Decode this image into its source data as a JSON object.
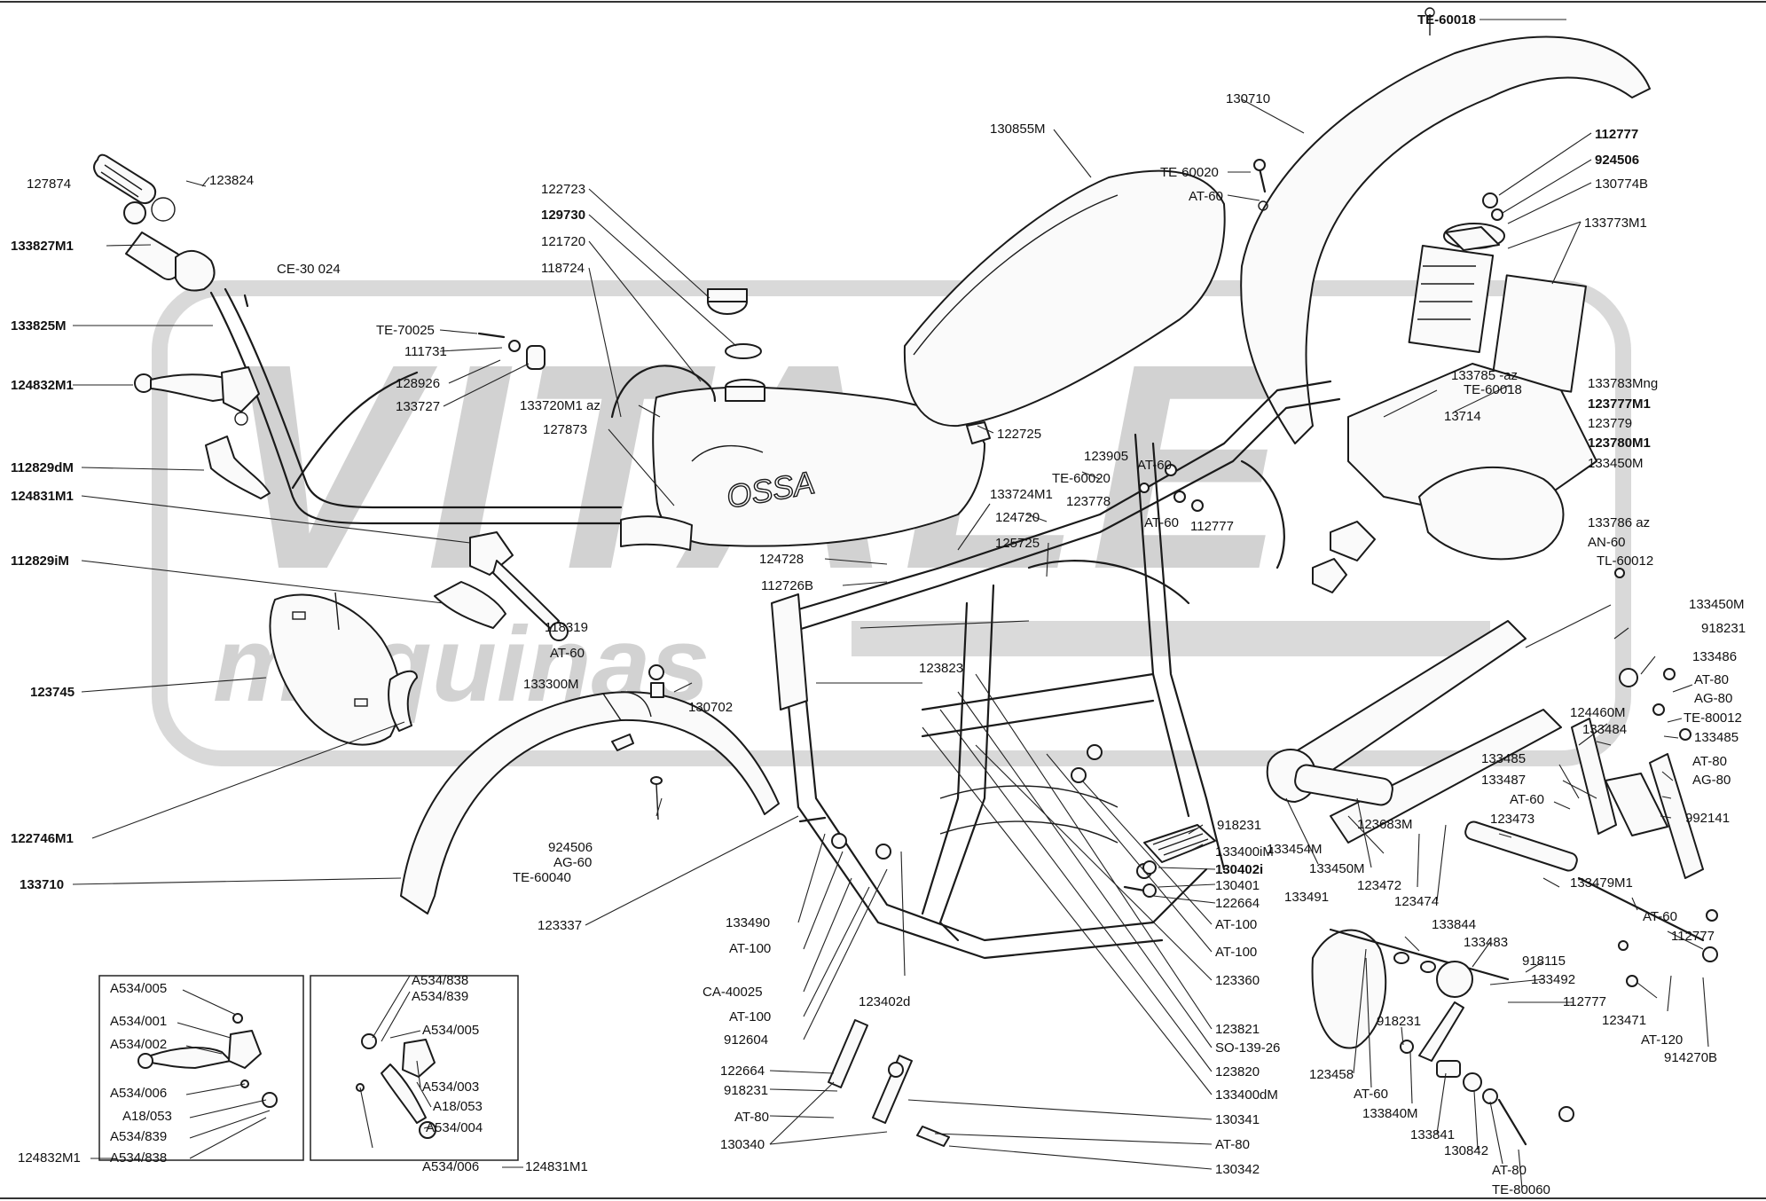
{
  "watermark": {
    "brand": "VITALE",
    "sub": "máquinas"
  },
  "header_code": "CE-30 024",
  "labels": {
    "te60018_top": "TE-60018",
    "p130710": "130710",
    "p130855m": "130855M",
    "te60020_a": "TE-60020",
    "at60_a": "AT-60",
    "p112777_a": "112777",
    "p924506_a": "924506",
    "p130774b": "130774B",
    "p133773m1": "133773M1",
    "p133785az": "133785 -az",
    "te60018_b": "TE-60018",
    "p13714": "13714",
    "p133783mng": "133783Mng",
    "p123777m1": "123777M1",
    "p123779": "123779",
    "p123780m1": "123780M1",
    "p133450m_a": "133450M",
    "p133786az": "133786 az",
    "an60": "AN-60",
    "tl60012": "TL-60012",
    "p127874": "127874",
    "p123824": "123824",
    "p133827m1": "133827M1",
    "p133825m": "133825M",
    "p124832m1_a": "124832M1",
    "p112829dm": "112829dM",
    "p124831m1_a": "124831M1",
    "p112829im": "112829iM",
    "p123745": "123745",
    "p122746m1": "122746M1",
    "p133710": "133710",
    "te70025": "TE-70025",
    "p111731": "111731",
    "p128926": "128926",
    "p133727": "133727",
    "p122723": "122723",
    "p129730": "129730",
    "p121720": "121720",
    "p118724": "118724",
    "p133720m1az": "133720M1 az",
    "p127873": "127873",
    "p122725": "122725",
    "p123905": "123905",
    "at60_b": "AT-60",
    "te60020_b": "TE-60020",
    "p133724m1": "133724M1",
    "p123778": "123778",
    "at60_c": "AT-60",
    "p112777_b": "112777",
    "p124720": "124720",
    "p125725": "125725",
    "p124728": "124728",
    "p112726b": "112726B",
    "p118319": "118319",
    "at60_d": "AT-60",
    "p133300m": "133300M",
    "p130702": "130702",
    "p123823": "123823",
    "p924506_b": "924506",
    "ag60_a": "AG-60",
    "te60040": "TE-60040",
    "p123337": "123337",
    "p133490": "133490",
    "at100_a": "AT-100",
    "ca40025": "CA-40025",
    "at100_b": "AT-100",
    "p912604": "912604",
    "p123402d": "123402d",
    "p122664_a": "122664",
    "p918231_a": "918231",
    "at80_a": "AT-80",
    "p130340": "130340",
    "p918231_b": "918231",
    "p133400im": "133400iM",
    "p130402i": "130402i",
    "p130401": "130401",
    "p122664_b": "122664",
    "at100_c": "AT-100",
    "at100_d": "AT-100",
    "p123360": "123360",
    "p123821": "123821",
    "so13926": "SO-139-26",
    "p123820": "123820",
    "p133400dm": "133400dM",
    "p130341": "130341",
    "at80_b": "AT-80",
    "p130342": "130342",
    "p133450m_b": "133450M",
    "p918231_c": "918231",
    "p133486": "133486",
    "at80_c": "AT-80",
    "ag80_a": "AG-80",
    "te80012": "TE-80012",
    "p124460m": "124460M",
    "p133484": "133484",
    "p133485_a": "133485",
    "at80_d": "AT-80",
    "ag80_b": "AG-80",
    "p992141": "992141",
    "p133485_b": "133485",
    "p133487": "133487",
    "at60_e": "AT-60",
    "p123473": "123473",
    "p133454m": "133454M",
    "p123683m": "123683M",
    "p133450m_c": "133450M",
    "p123472": "123472",
    "p123474": "123474",
    "p133479m1": "133479M1",
    "at60_f": "AT-60",
    "p112777_c": "112777",
    "p133491": "133491",
    "p133844": "133844",
    "p133483": "133483",
    "p918115": "918115",
    "p133492": "133492",
    "p112777_d": "112777",
    "p123471": "123471",
    "at120": "AT-120",
    "p914270b": "914270B",
    "p918231_d": "918231",
    "p123458": "123458",
    "at60_g": "AT-60",
    "p133840m": "133840M",
    "p133841": "133841",
    "p130842": "130842",
    "at80_e": "AT-80",
    "te80060": "TE-80060"
  },
  "inset_left": {
    "items": [
      "A534/005",
      "A534/001",
      "A534/002",
      "A534/006",
      "A18/053",
      "A534/839",
      "A534/838"
    ],
    "assembly": "124832M1"
  },
  "inset_right": {
    "items": [
      "A534/838",
      "A534/839",
      "A534/005",
      "A534/003",
      "A18/053",
      "A534/004",
      "A534/006"
    ],
    "assembly": "124831M1"
  }
}
